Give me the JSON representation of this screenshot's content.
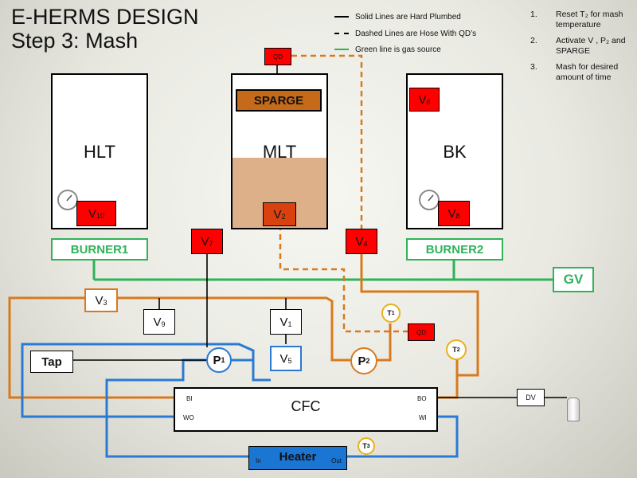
{
  "title": {
    "line1": "E-HERMS DESIGN",
    "line2": "Step 3: Mash"
  },
  "legend": {
    "solid": "Solid Lines are Hard Plumbed",
    "dashed": "Dashed Lines are Hose With QD’s",
    "green": "Green line is gas source"
  },
  "steps": [
    {
      "num": "1.",
      "text": "Reset T₂ for mash temperature"
    },
    {
      "num": "2.",
      "text": "Activate V , P₂ and SPARGE"
    },
    {
      "num": "3.",
      "text": "Mash for desired amount of time"
    }
  ],
  "vessels": {
    "hlt": "HLT",
    "mlt": "MLT",
    "bk": "BK"
  },
  "qd_label": "QD",
  "sparge": "SPARGE",
  "valves": {
    "v1": {
      "name": "V",
      "sub": "1"
    },
    "v2": {
      "name": "V",
      "sub": "2"
    },
    "v3": {
      "name": "V",
      "sub": "3"
    },
    "v4": {
      "name": "V",
      "sub": "4"
    },
    "v5": {
      "name": "V",
      "sub": "5"
    },
    "v6": {
      "name": "V",
      "sub": "6"
    },
    "v7": {
      "name": "V",
      "sub": "7"
    },
    "v8": {
      "name": "V",
      "sub": "8"
    },
    "v9": {
      "name": "V",
      "sub": "9"
    },
    "v10": {
      "name": "V",
      "sub": "10"
    }
  },
  "burners": {
    "burner1": "BURNER1",
    "burner2": "BURNER2"
  },
  "gv": "GV",
  "tap": "Tap",
  "pumps": {
    "p1": {
      "name": "P",
      "sub": "1"
    },
    "p2": {
      "name": "P",
      "sub": "2"
    }
  },
  "temps": {
    "t1": {
      "name": "T",
      "sub": "1"
    },
    "t2": {
      "name": "T",
      "sub": "2"
    },
    "t3": {
      "name": "T",
      "sub": "3"
    }
  },
  "cfc": {
    "name": "CFC",
    "bi": "BI",
    "wo": "WO",
    "bo": "BO",
    "wi": "WI"
  },
  "heater": {
    "name": "Heater",
    "in": "In",
    "out": "Out"
  },
  "dv": "DV",
  "colors": {
    "valve_red": "#ff0000",
    "orange_line": "#d77a1f",
    "blue_line": "#2a7ad2",
    "green_line": "#2fb259",
    "sparge_fill": "#c46a18",
    "mash_fill": "#deb089",
    "heater_fill": "#1b75d3",
    "temp_ring": "#e6b11b"
  },
  "icons": {
    "gauge": "dial-gauge-icon",
    "bottle": "water-bottle-icon"
  }
}
